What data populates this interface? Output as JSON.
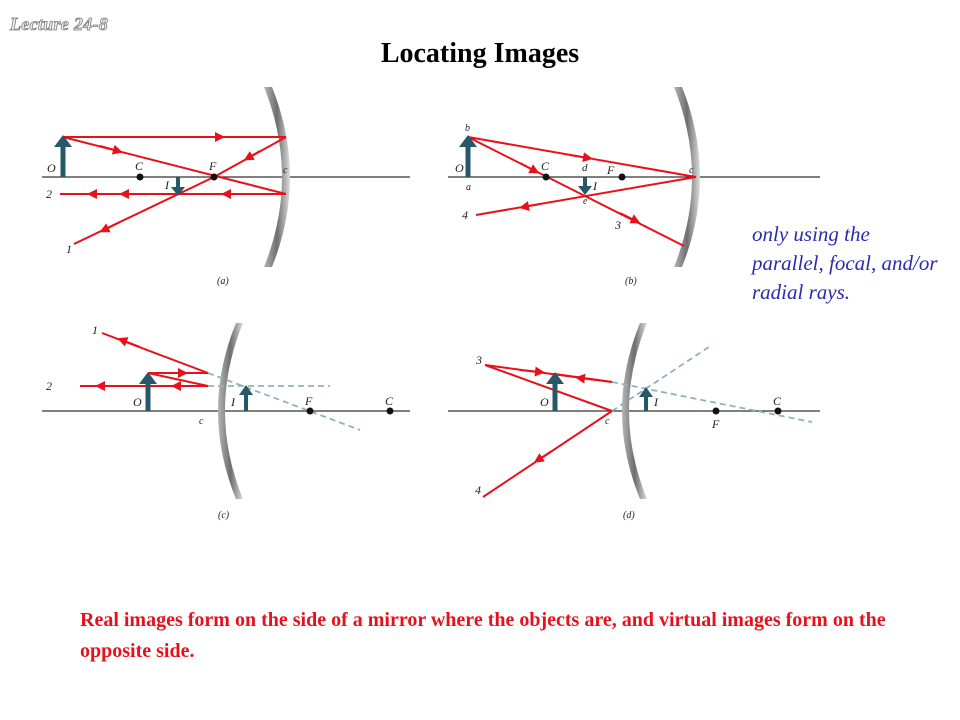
{
  "header": {
    "lecture": "Lecture 24-8",
    "title": "Locating Images"
  },
  "note": "only using the parallel, focal, and/or radial rays.",
  "footer": "Real images form on the side of a mirror where the objects are, and virtual images form on the opposite side.",
  "panels": {
    "a": {
      "caption": "(a)",
      "object": "O",
      "center": "C",
      "focus": "F",
      "image": "I",
      "vertex": "c",
      "ray1": "1",
      "ray2": "2"
    },
    "b": {
      "caption": "(b)",
      "object": "O",
      "center": "C",
      "focus": "F",
      "image": "I",
      "vertex": "c",
      "top": "b",
      "base": "a",
      "d": "d",
      "e": "e",
      "ray3": "3",
      "ray4": "4"
    },
    "c": {
      "caption": "(c)",
      "object": "O",
      "center": "C",
      "focus": "F",
      "image": "I",
      "vertex": "c",
      "ray1": "1",
      "ray2": "2"
    },
    "d": {
      "caption": "(d)",
      "object": "O",
      "center": "C",
      "focus": "F",
      "image": "I",
      "vertex": "c",
      "ray3": "3",
      "ray4": "4"
    }
  },
  "colors": {
    "ray": "#e8111b",
    "arrow": "#27586a",
    "extension": "#8fb2c0",
    "mirror": "#808080",
    "note": "#2b2bb0"
  }
}
